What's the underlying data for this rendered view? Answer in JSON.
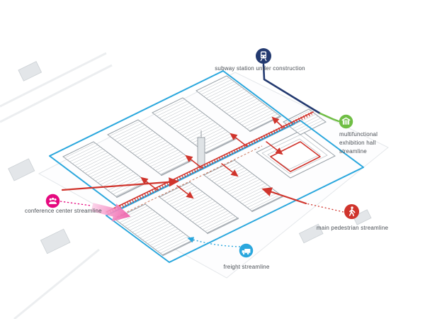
{
  "legend": {
    "subway": {
      "label": "subway station under construction",
      "icon": "train-icon",
      "color": "#233a70"
    },
    "exhibition": {
      "label": "multifunctional exhibition hall streamline",
      "icon": "hall-icon",
      "color": "#6fbe44"
    },
    "conference": {
      "label": "conference center streamline",
      "icon": "people-icon",
      "color": "#e5097f"
    },
    "pedestrian": {
      "label": "main pedestrian streamline",
      "icon": "walking-person-icon",
      "color": "#d0342c"
    },
    "freight": {
      "label": "freight streamline",
      "icon": "truck-icon",
      "color": "#2aa7dd"
    }
  },
  "colors": {
    "navy": "#233a70",
    "green": "#6fbe44",
    "magenta": "#e5097f",
    "red": "#d0342c",
    "blue": "#2aa7dd",
    "bldg": "#99a1a8",
    "bldgfill": "#ffffff",
    "text": "#4a4f55"
  }
}
